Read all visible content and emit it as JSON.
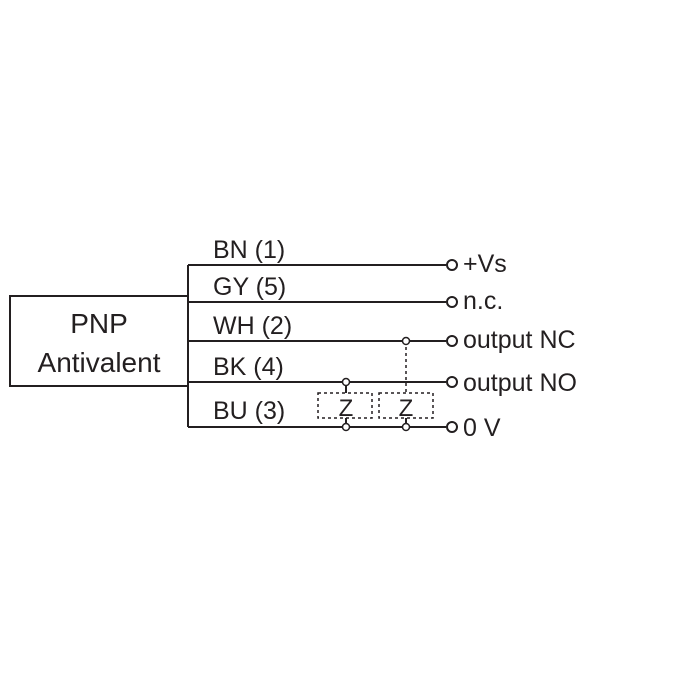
{
  "sensor": {
    "type_line1": "PNP",
    "type_line2": "Antivalent"
  },
  "wires": [
    {
      "label": "BN (1)",
      "terminal": "+Vs"
    },
    {
      "label": "GY (5)",
      "terminal": "n.c."
    },
    {
      "label": "WH (2)",
      "terminal": "output NC"
    },
    {
      "label": "BK (4)",
      "terminal": "output NO"
    },
    {
      "label": "BU (3)",
      "terminal": "0 V"
    }
  ],
  "loads": [
    {
      "label": "Z"
    },
    {
      "label": "Z"
    }
  ]
}
